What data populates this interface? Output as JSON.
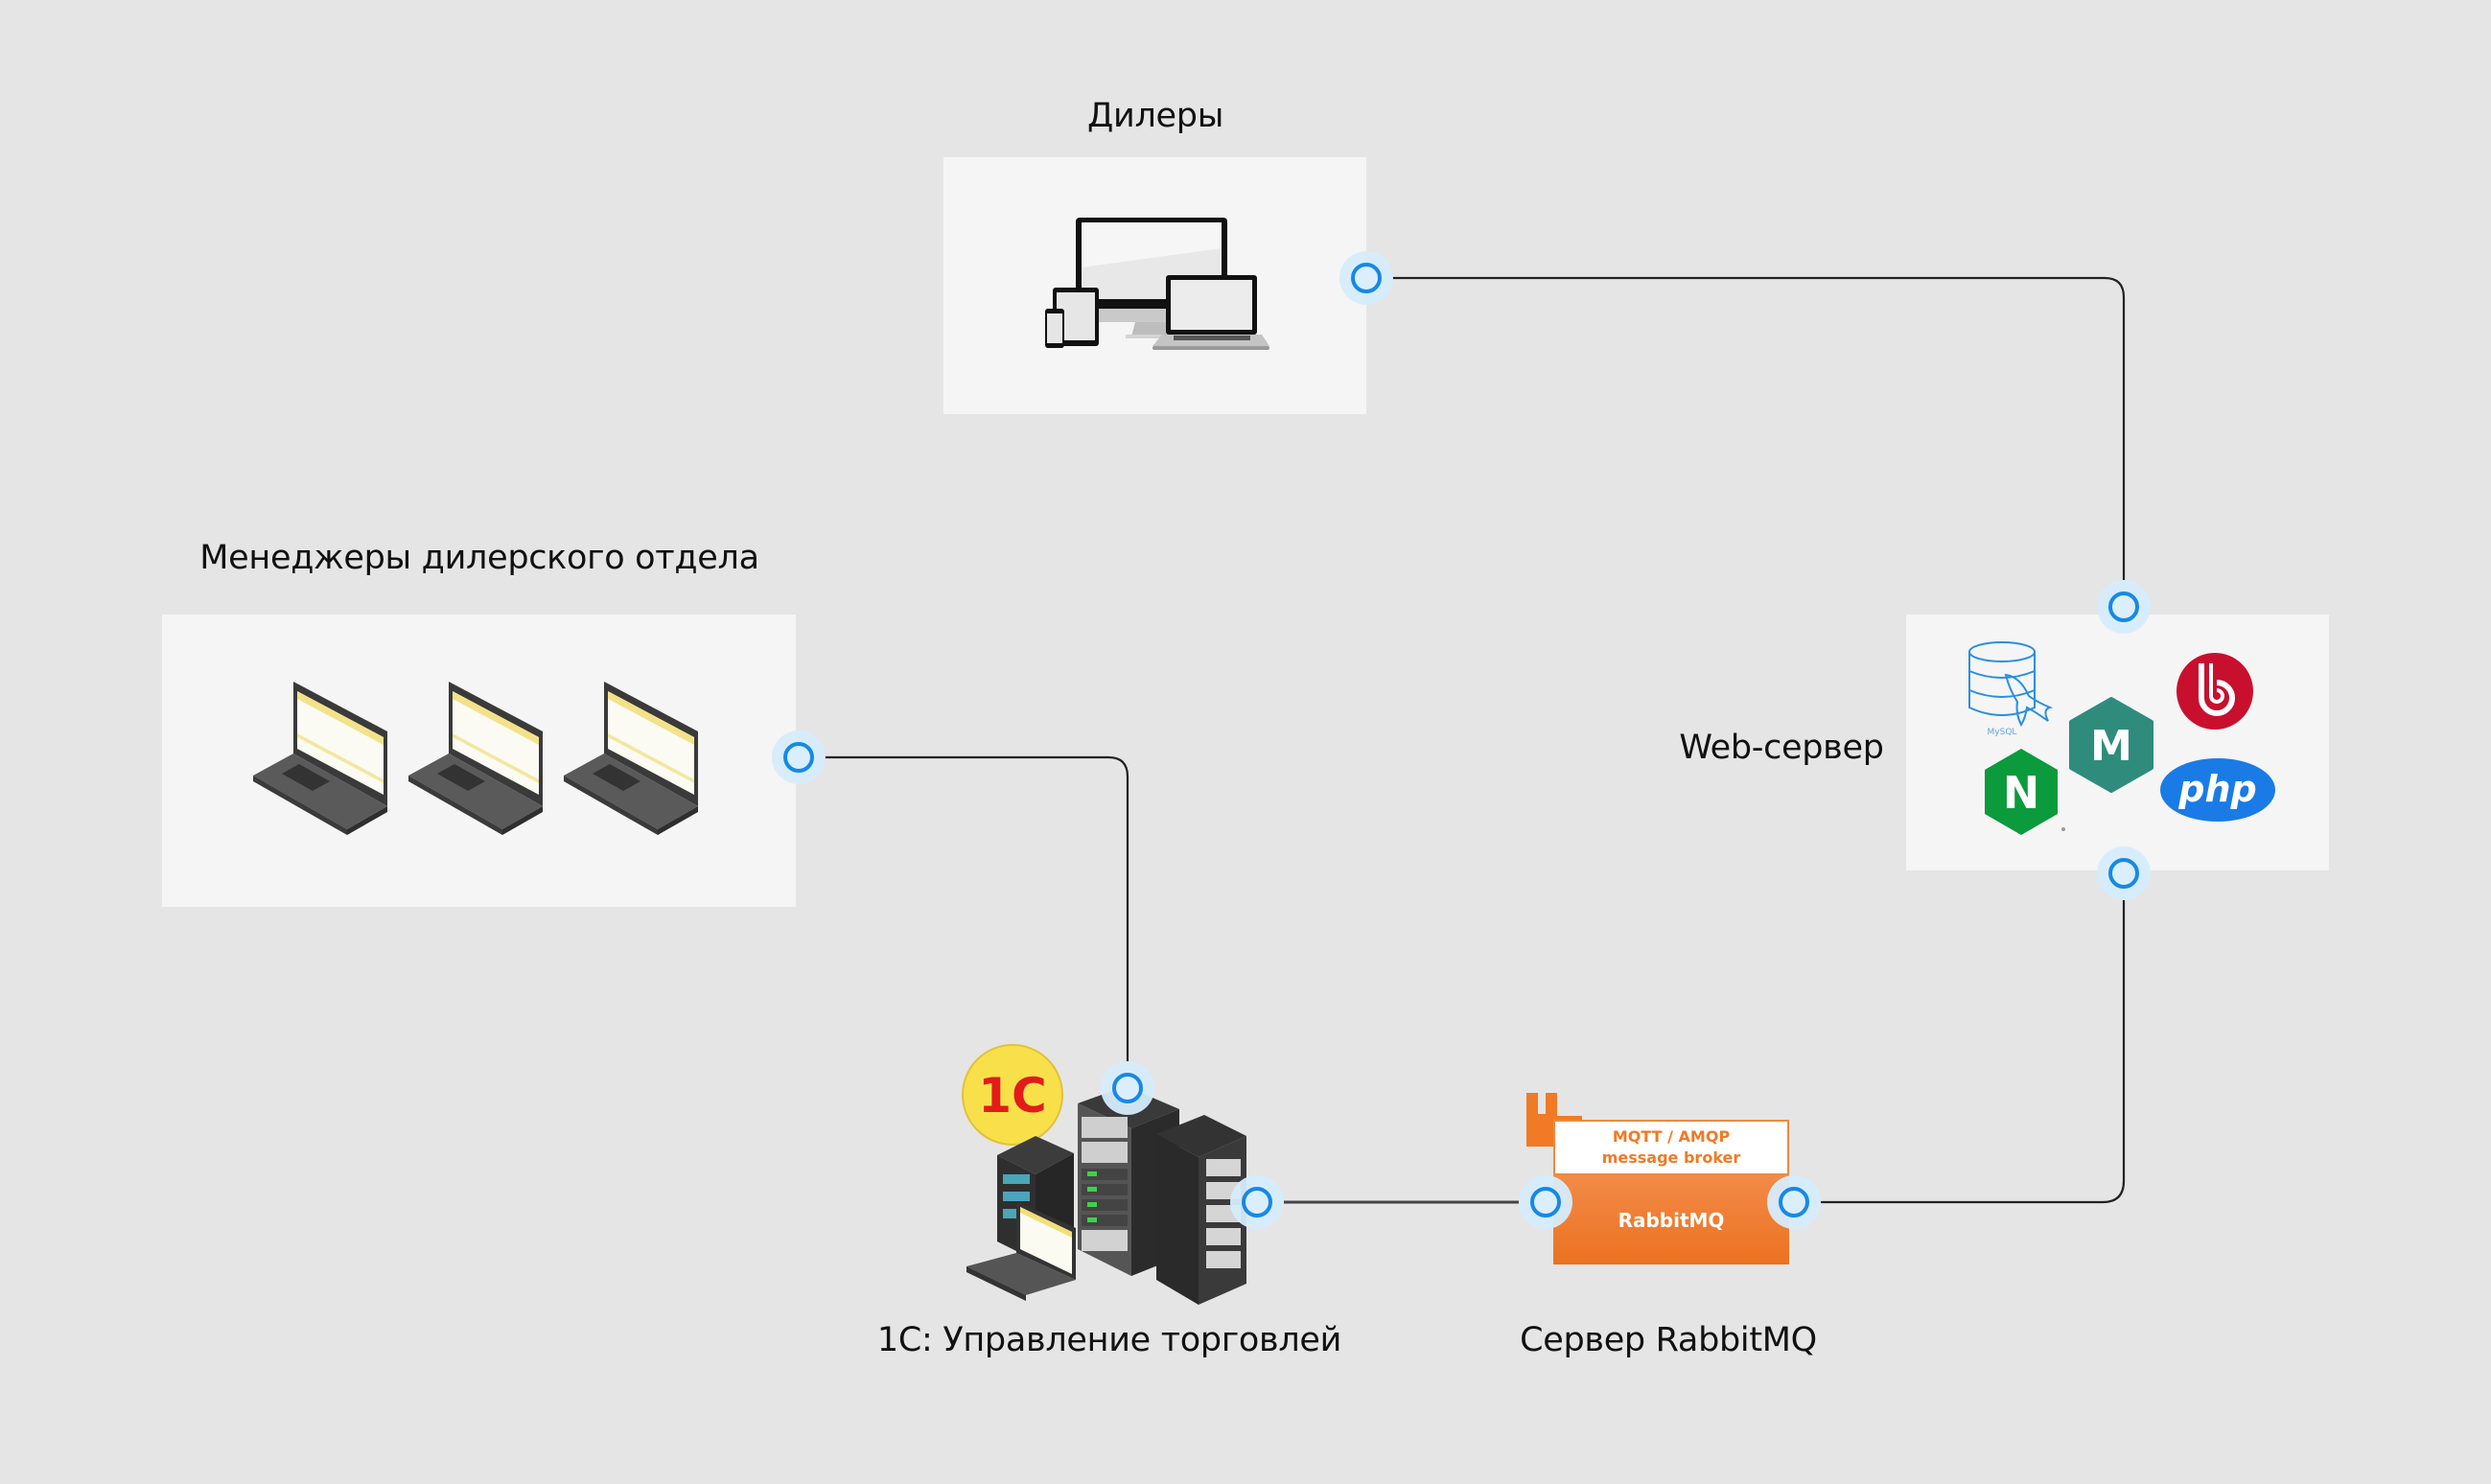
{
  "nodes": {
    "dealers": {
      "label": "Дилеры",
      "icon": "responsive-devices-icon"
    },
    "managers": {
      "label": "Менеджеры дилерского отдела",
      "icon": "laptop-icon",
      "laptop_count": 3
    },
    "web_server": {
      "label": "Web-сервер",
      "logos": {
        "mysql": "MySQL",
        "m": "M",
        "nginx": "N",
        "php": "php",
        "bitrix": "bitrix-icon"
      }
    },
    "one_c": {
      "label": "1С: Управление торговлей",
      "logo": "1С"
    },
    "rabbitmq": {
      "label": "Сервер RabbitMQ",
      "header_line1": "MQTT / AMQP",
      "header_line2": "message broker",
      "body": "RabbitMQ"
    }
  },
  "connections": [
    {
      "from": "dealers",
      "to": "web_server"
    },
    {
      "from": "managers",
      "to": "one_c"
    },
    {
      "from": "one_c",
      "to": "rabbitmq"
    },
    {
      "from": "rabbitmq",
      "to": "web_server"
    }
  ],
  "colors": {
    "background": "#e5e5e5",
    "panel": "#f5f5f5",
    "port_ring": "#1689e6",
    "port_halo": "#d6ecfc",
    "wire": "#333333",
    "rabbit_orange": "#f07a26",
    "mysql_blue": "#2a8fe0",
    "m_teal": "#2f8c7d",
    "nginx_green": "#0b9a3c",
    "bitrix_red": "#c8102e",
    "php_blue": "#1a7be6",
    "one_c_yellow": "#f8e04a",
    "one_c_red": "#e21b1b"
  }
}
